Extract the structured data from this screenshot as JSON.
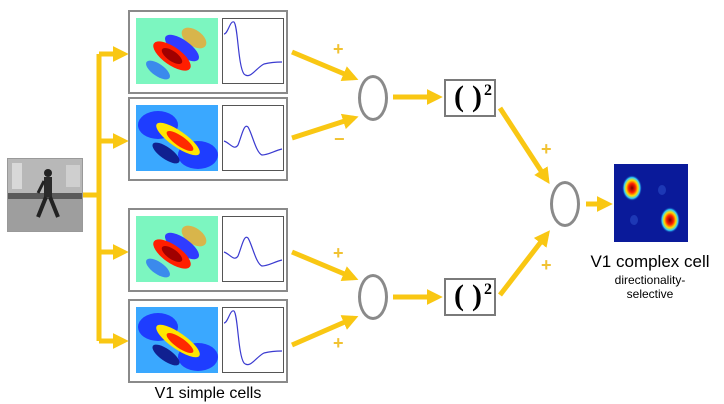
{
  "labels": {
    "simple_cells": "V1 simple cells",
    "complex_cell": "V1 complex cell",
    "complex_sub_1": "directionality-",
    "complex_sub_2": "selective"
  },
  "square_op": {
    "paren_open": "(",
    "paren_close": ")",
    "exponent": "2"
  },
  "signs": {
    "s1": "+",
    "s2": "−",
    "s3": "+",
    "s4": "+",
    "s5": "+",
    "s6": "+"
  },
  "colors": {
    "arrow": "#f9c713",
    "box_border": "#8a8a8a",
    "sign": "#f1c232",
    "heatmap_bg": "#0a1a9a"
  },
  "icons": {
    "input": "walking-person-photo",
    "filter": "gabor-filter-heatmap",
    "profile": "temporal-impulse-response",
    "sum": "summation-node",
    "square": "squaring-operator",
    "output": "complex-cell-response-heatmap"
  }
}
